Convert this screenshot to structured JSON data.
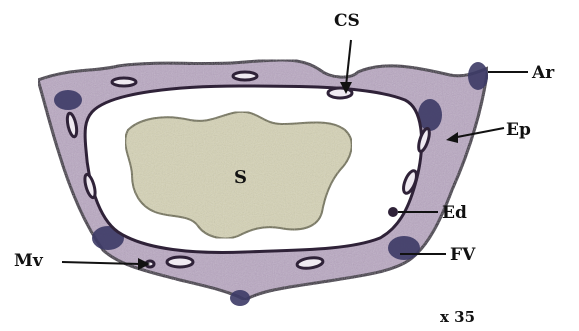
{
  "figure": {
    "labels": {
      "cs": "CS",
      "ar": "Ar",
      "ep": "Ep",
      "ed": "Ed",
      "fv": "FV",
      "mv": "Mv",
      "s": "S"
    },
    "magnification": "x 35",
    "colors": {
      "wall": "#b9a7c2",
      "wall_edge": "#2f2238",
      "endothelium_dark": "#3c3a66",
      "lumen": "#ffffff",
      "stele": "#d6d3b5",
      "stele_edge": "#6e6d4f",
      "canal_fill": "#efeaf1",
      "text": "#111111"
    }
  }
}
